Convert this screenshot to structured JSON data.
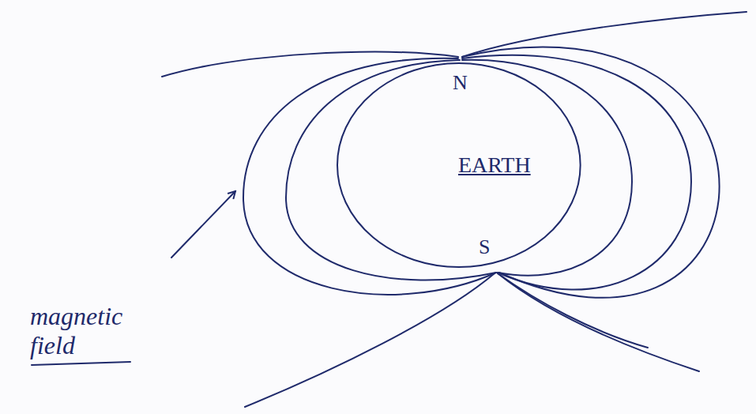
{
  "diagram": {
    "nodes": [
      {
        "text": [
          "EARTH"
        ]
      }
    ],
    "labels": [
      "N",
      "S",
      "magnetic field"
    ]
  }
}
